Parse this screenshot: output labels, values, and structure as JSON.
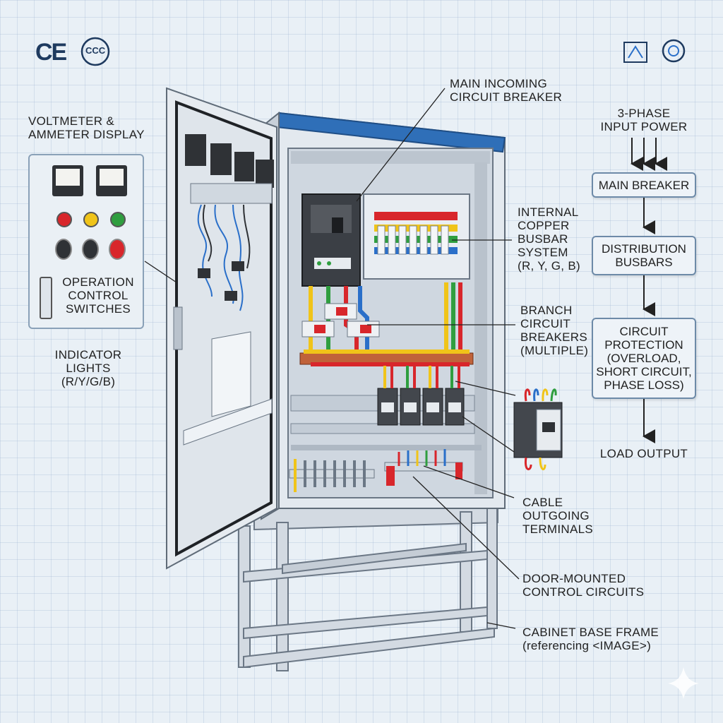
{
  "marks": {
    "ce": "CE",
    "ccc": "CCC"
  },
  "callouts": {
    "main_incoming_breaker": [
      "MAIN INCOMING",
      "CIRCUIT BREAKER"
    ],
    "voltmeter_display": [
      "VOLTMETER &",
      "AMMETER DISPLAY"
    ],
    "operation_switches": [
      "OPERATION",
      "CONTROL",
      "SWITCHES"
    ],
    "indicator_lights": [
      "INDICATOR",
      "LIGHTS",
      "(R/Y/G/B)"
    ],
    "busbar_system": [
      "INTERNAL",
      "COPPER",
      "BUSBAR",
      "SYSTEM",
      "(R, Y, G, B)"
    ],
    "branch_breakers": [
      "BRANCH",
      "CIRCUIT",
      "BREAKERS",
      "(MULTIPLE)"
    ],
    "cable_terminals": [
      "CABLE",
      "OUTGOING",
      "TERMINALS"
    ],
    "door_control": [
      "DOOR-MOUNTED",
      "CONTROL CIRCUITS"
    ],
    "base_frame": [
      "CABINET BASE FRAME",
      "(referencing <IMAGE>)"
    ]
  },
  "flow": {
    "input": [
      "3-PHASE",
      "INPUT POWER"
    ],
    "main_breaker": "MAIN BREAKER",
    "distribution": [
      "DISTRIBUTION",
      "BUSBARS"
    ],
    "protection": [
      "CIRCUIT",
      "PROTECTION",
      "(OVERLOAD,",
      "SHORT CIRCUIT,",
      "PHASE LOSS)"
    ],
    "output": "LOAD OUTPUT"
  },
  "colors": {
    "phase_red": "#d8262b",
    "phase_yellow": "#f0c419",
    "phase_green": "#2f9e3f",
    "phase_blue": "#2a6fc9",
    "cabinet_top": "#2f6fb8",
    "cabinet_body": "#dde4eb"
  }
}
